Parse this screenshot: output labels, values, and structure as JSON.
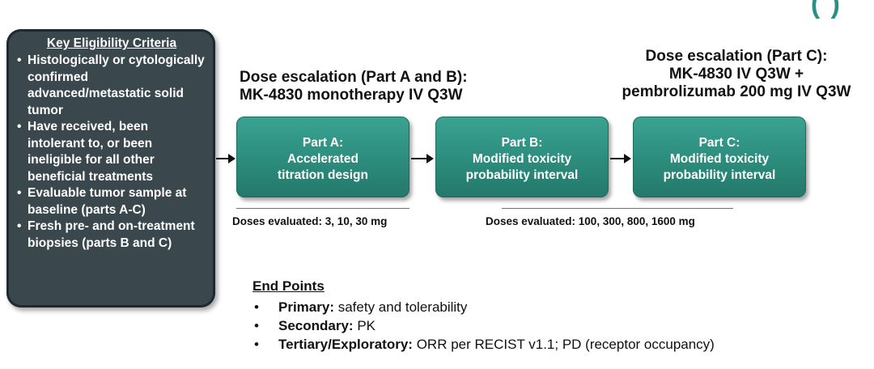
{
  "header": {
    "title_fragment": "(                    )"
  },
  "eligibility": {
    "title": "Key Eligibility Criteria",
    "items": [
      "Histologically or cytologically confirmed advanced/metastatic solid tumor",
      "Have received, been intolerant to, or been ineligible for all other beneficial treatments",
      "Evaluable tumor sample at baseline (parts A-C)",
      "Fresh pre- and on-treatment biopsies (parts B and C)"
    ]
  },
  "phases": {
    "ab_heading_line1": "Dose escalation (Part A and B):",
    "ab_heading_line2": "MK-4830 monotherapy IV Q3W",
    "c_heading_line1": "Dose escalation (Part C):",
    "c_heading_line2": "MK-4830 IV Q3W +",
    "c_heading_line3": "pembrolizumab 200 mg IV Q3W"
  },
  "parts": [
    {
      "title": "Part A:",
      "line1": "Accelerated",
      "line2": "titration design"
    },
    {
      "title": "Part B:",
      "line1": "Modified toxicity",
      "line2": "probability interval"
    },
    {
      "title": "Part C:",
      "line1": "Modified toxicity",
      "line2": "probability interval"
    }
  ],
  "doses": {
    "a": "Doses evaluated: 3, 10, 30 mg",
    "bc": "Doses evaluated: 100, 300, 800, 1600 mg"
  },
  "endpoints": {
    "title": "End Points",
    "items": [
      {
        "label": "Primary:",
        "text": " safety and tolerability"
      },
      {
        "label": "Secondary:",
        "text": " PK"
      },
      {
        "label": "Tertiary/Exploratory:",
        "text": " ORR per RECIST v1.1; PD (receptor occupancy)"
      }
    ]
  },
  "colors": {
    "teal": "#2c8c7c",
    "panel": "#3a474d"
  }
}
